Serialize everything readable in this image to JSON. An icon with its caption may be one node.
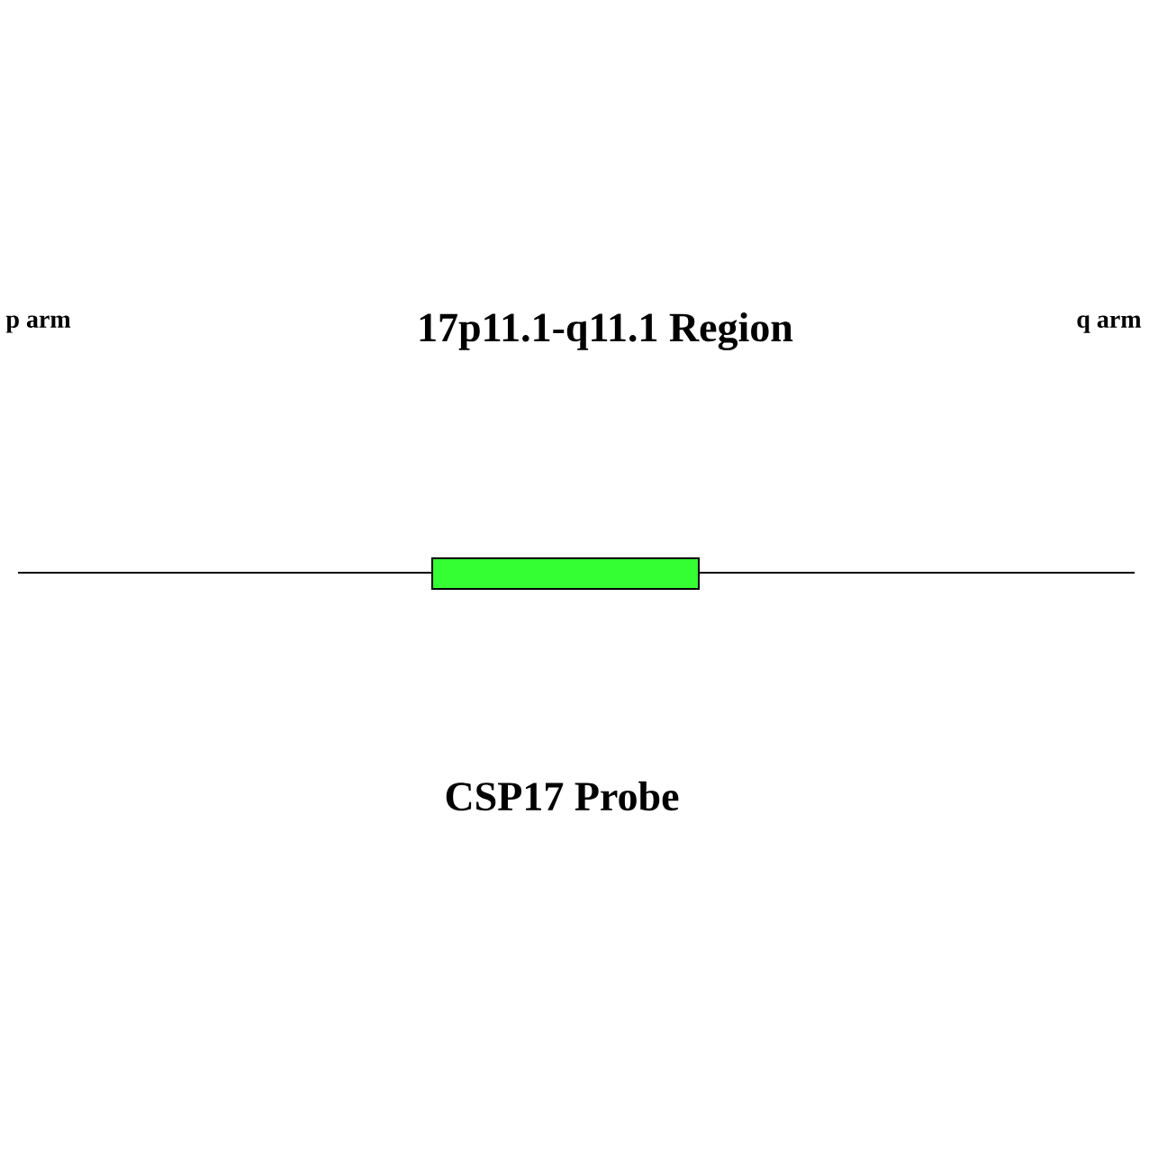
{
  "diagram": {
    "title": "17p11.1-q11.1 Region",
    "nodes": [
      {
        "text": [],
        "shape": "bar"
      }
    ],
    "labels": [
      "p arm",
      "q arm",
      "CSP17 Probe"
    ]
  }
}
